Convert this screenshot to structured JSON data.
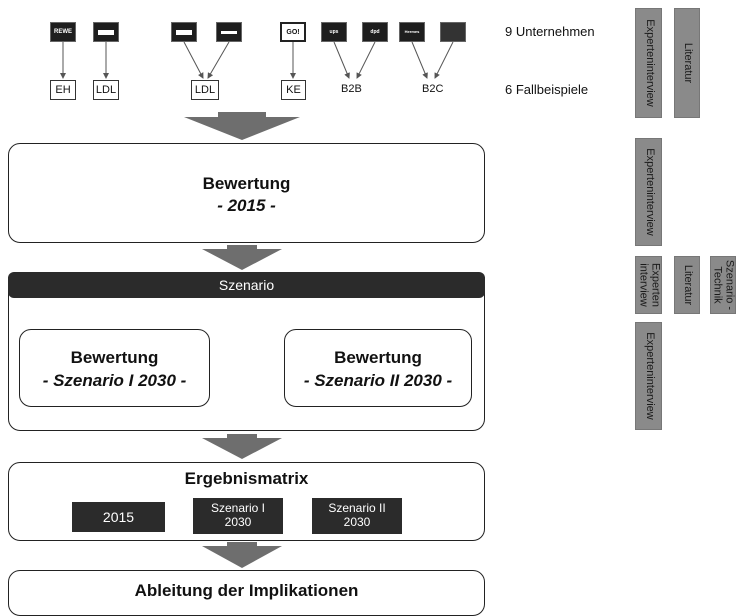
{
  "top": {
    "logos": [
      {
        "id": "rewe",
        "text": "REWE"
      },
      {
        "id": "logo2",
        "text": ""
      },
      {
        "id": "logo3",
        "text": ""
      },
      {
        "id": "logo4",
        "text": ""
      },
      {
        "id": "go",
        "text": "GO!"
      },
      {
        "id": "ups",
        "text": "ups"
      },
      {
        "id": "dpd",
        "text": "dpd"
      },
      {
        "id": "hermes",
        "text": "Hermes"
      },
      {
        "id": "logo9",
        "text": ""
      }
    ],
    "nodes": [
      "EH",
      "LDL",
      "LDL",
      "KE",
      "B2B",
      "B2C"
    ],
    "companies_label": "9 Unternehmen",
    "cases_label": "6 Fallbeispiele"
  },
  "sources": {
    "expert_interview": "Experteninterview",
    "literature": "Literatur",
    "expert_interview_short": "Experten interview",
    "scenario_technique": "Szenario -Technik"
  },
  "evaluation_2015": {
    "title": "Bewertung",
    "subtitle": "- 2015 -"
  },
  "scenario": {
    "header": "Szenario",
    "box1_title": "Bewertung",
    "box1_subtitle": "- Szenario I 2030 -",
    "box2_title": "Bewertung",
    "box2_subtitle": "- Szenario II 2030 -"
  },
  "results": {
    "title": "Ergebnismatrix",
    "items": [
      {
        "line1": "2015",
        "line2": ""
      },
      {
        "line1": "Szenario I",
        "line2": "2030"
      },
      {
        "line1": "Szenario II",
        "line2": "2030"
      }
    ]
  },
  "implications": {
    "title": "Ableitung der Implikationen"
  },
  "colors": {
    "arrow": "#6e6e6e",
    "dark_box": "#2b2b2b",
    "side_bar": "#8a8a8a"
  }
}
